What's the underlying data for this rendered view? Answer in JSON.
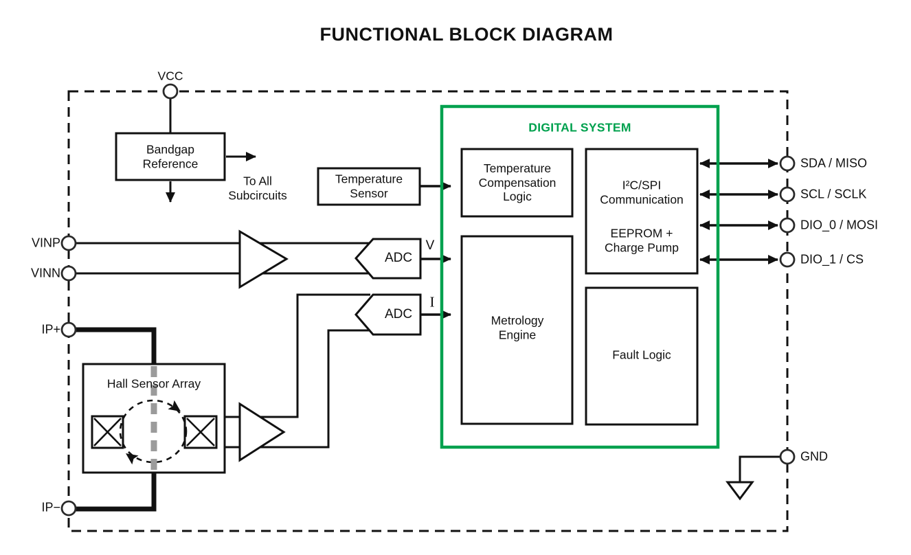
{
  "title": "FUNCTIONAL BLOCK DIAGRAM",
  "colors": {
    "green": "#00A14E",
    "gray_path": "#9B9B9B",
    "line": "#111111"
  },
  "pins": {
    "vcc": "VCC",
    "vinp": "VINP",
    "vinn": "VINN",
    "ip_plus": "IP+",
    "ip_minus": "IP−",
    "sda_miso": "SDA / MISO",
    "scl_sclk": "SCL / SCLK",
    "dio0_mosi": "DIO_0 / MOSI",
    "dio1_cs": "DIO_1 / CS",
    "gnd": "GND"
  },
  "blocks": {
    "bandgap_reference": "Bandgap\nReference",
    "to_all_subcircuits": "To All\nSubcircuits",
    "temperature_sensor": "Temperature\nSensor",
    "digital_system": "DIGITAL SYSTEM",
    "temperature_compensation_logic": "Temperature\nCompensation\nLogic",
    "i2c_spi_communication": "I²C/SPI\nCommunication",
    "eeprom_charge_pump": "EEPROM +\nCharge Pump",
    "metrology_engine": "Metrology\nEngine",
    "fault_logic": "Fault Logic",
    "hall_sensor_array": "Hall Sensor Array",
    "adc_voltage": "ADC",
    "adc_current": "ADC"
  },
  "signals": {
    "voltage": "V",
    "current": "I"
  }
}
